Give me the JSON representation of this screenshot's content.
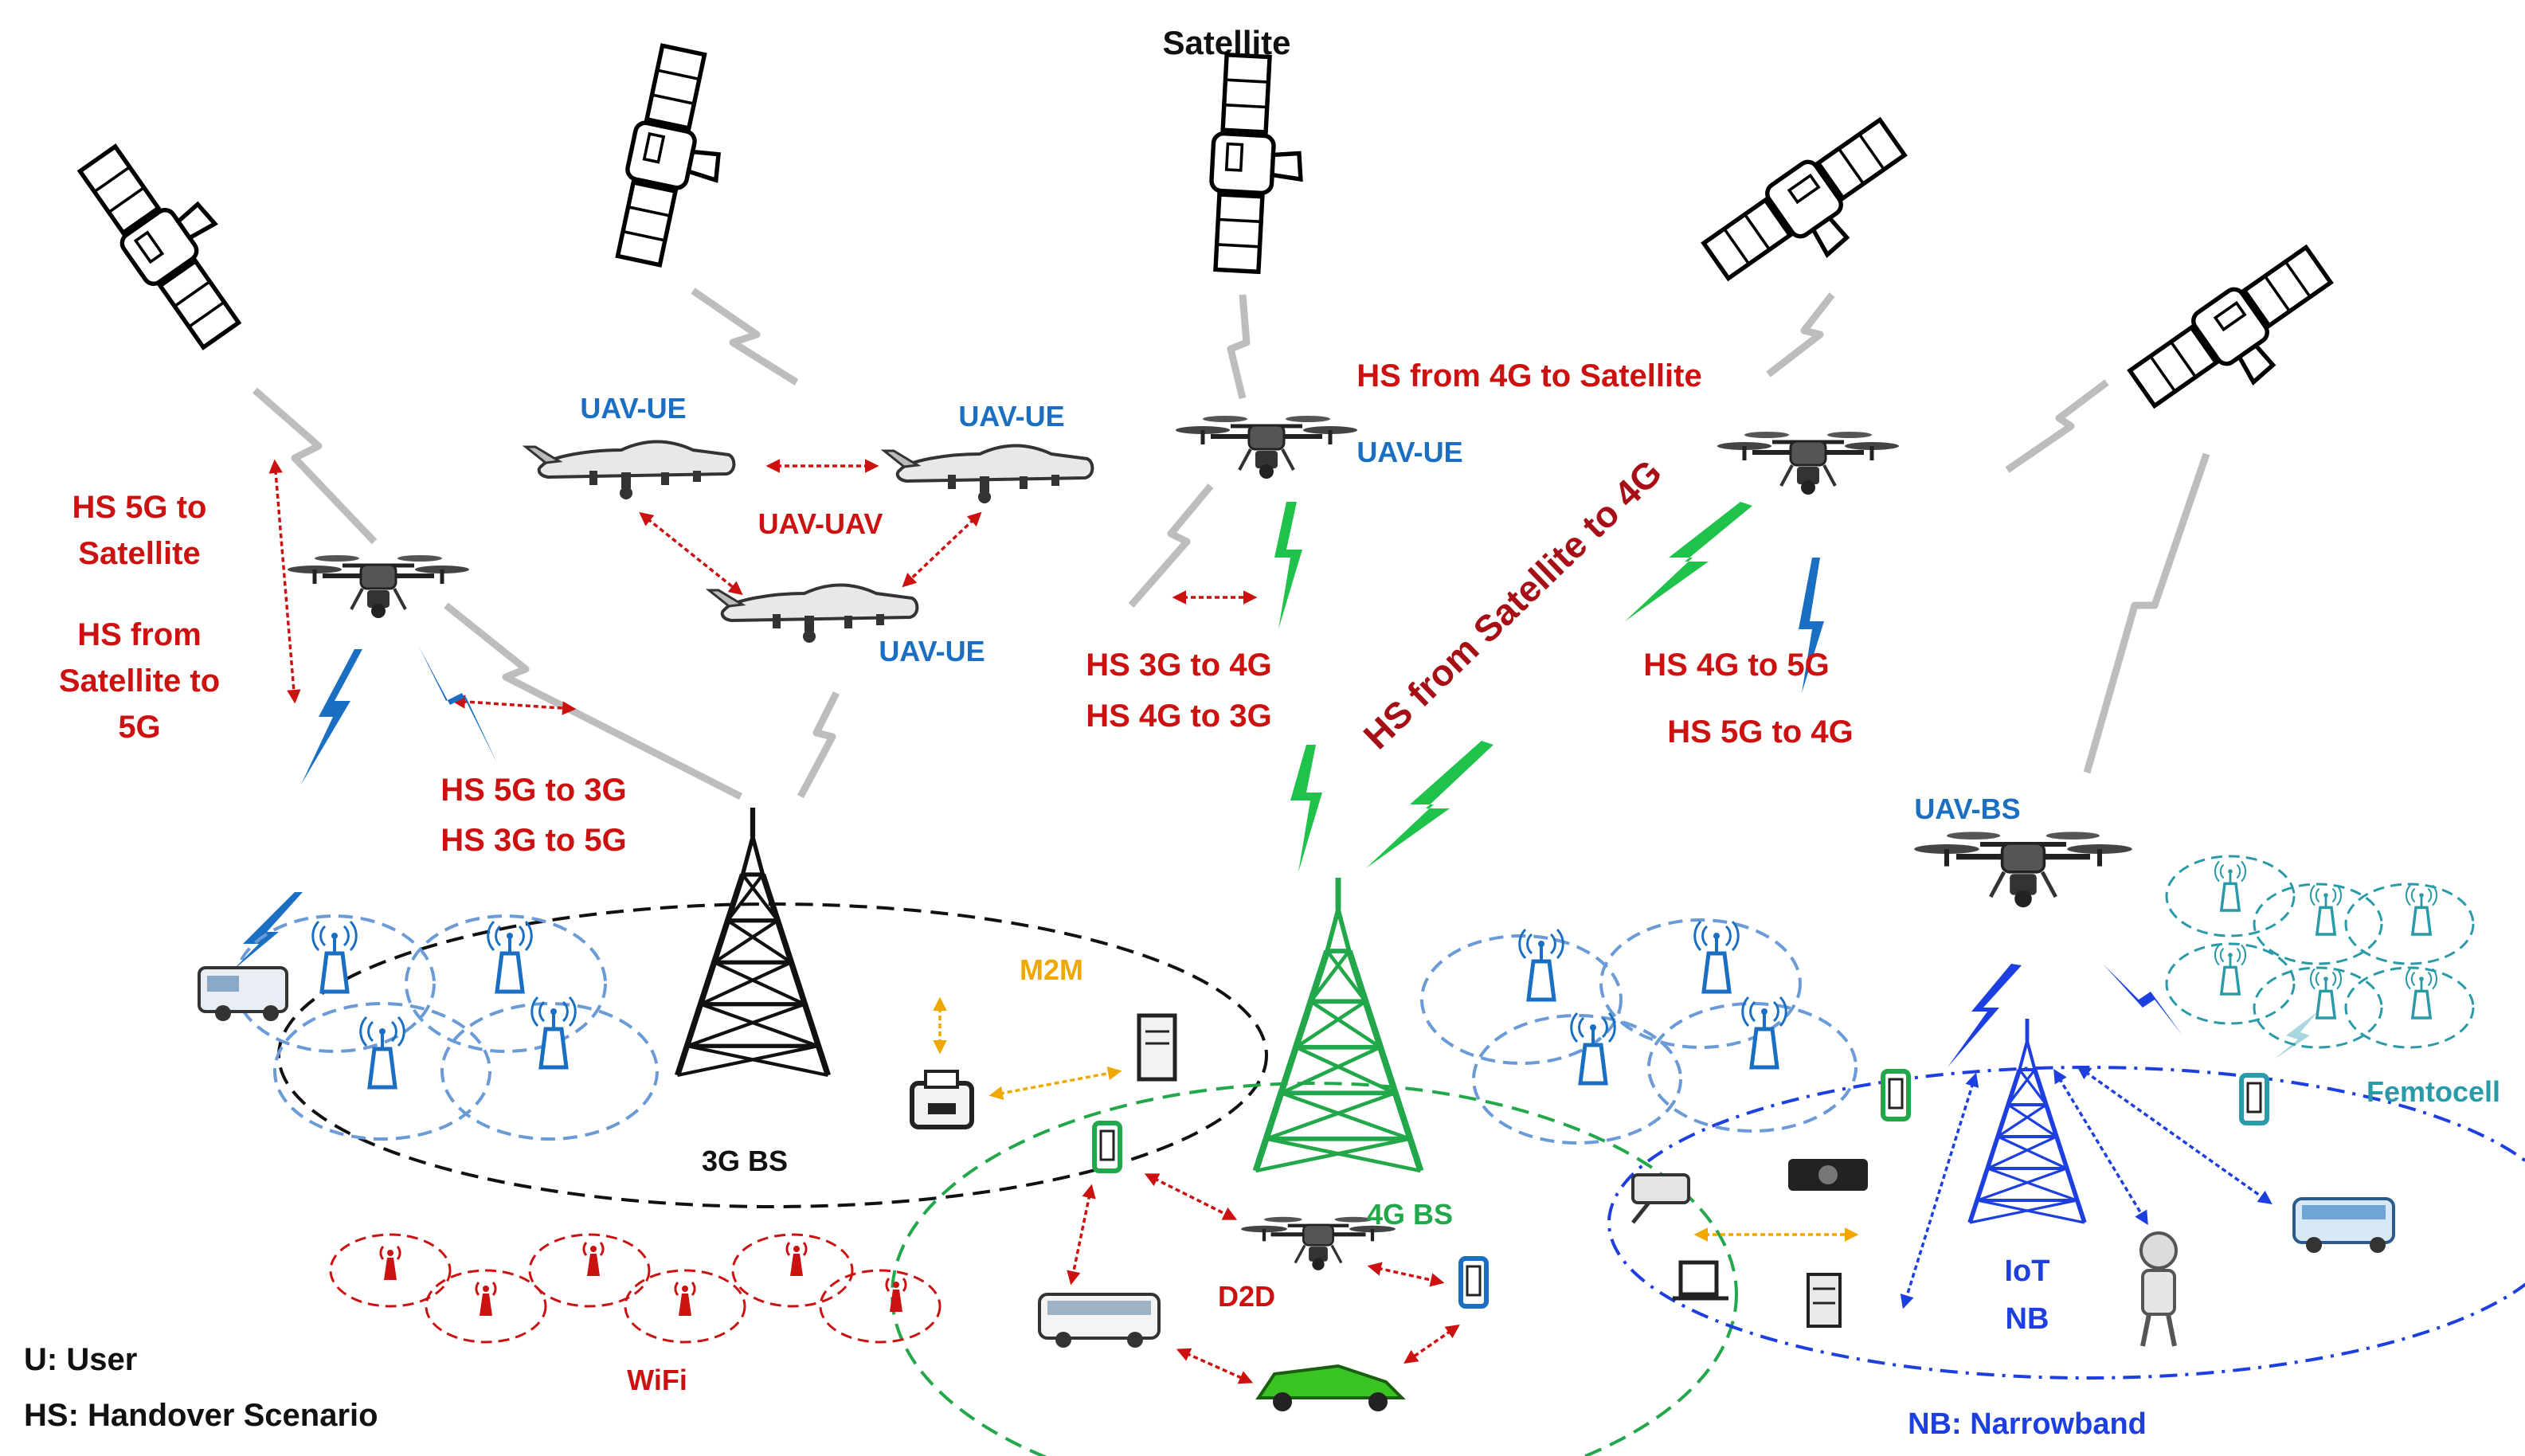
{
  "title": "Satellite",
  "labels": {
    "uav_ue_1": "UAV-UE",
    "uav_ue_2": "UAV-UE",
    "uav_ue_3": "UAV-UE",
    "uav_ue_4": "UAV-UE",
    "uav_uav": "UAV-UAV",
    "hs_5g_sat": "HS 5G to",
    "hs_5g_sat_2": "Satellite",
    "hs_sat_5g_1": "HS from",
    "hs_sat_5g_2": "Satellite to",
    "hs_sat_5g_3": "5G",
    "hs_5g_3g": "HS 5G to 3G",
    "hs_3g_5g": "HS 3G to 5G",
    "hs_3g_4g": "HS 3G to 4G",
    "hs_4g_3g": "HS 4G to 3G",
    "hs_4g_sat": "HS from 4G to Satellite",
    "hs_sat_4g": "HS from Satellite to 4G",
    "hs_4g_5g": "HS 4G to 5G",
    "hs_5g_4g": "HS 5G to 4G",
    "uav_bs": "UAV-BS",
    "m2m": "M2M",
    "bs_3g": "3G BS",
    "bs_4g": "4G BS",
    "d2d": "D2D",
    "wifi": "WiFi",
    "femtocell": "Femtocell",
    "iot": "IoT",
    "nb": "NB"
  },
  "legend": {
    "user": "U: User",
    "hs": "HS: Handover Scenario",
    "nb": "NB: Narrowband"
  },
  "colors": {
    "handover_red": "#cc1111",
    "uav_blue": "#1a6fc2",
    "lte_green": "#22a84a",
    "m2m_orange": "#f0a800",
    "femto_teal": "#2a9aa8",
    "nb_blue": "#1d3fe0",
    "cell_blue": "#6b9bd6",
    "wifi_red": "#cc1111"
  },
  "icons": [
    "satellite-icon",
    "drone-icon",
    "uav-aircraft-icon",
    "tower-icon",
    "access-point-icon",
    "phone-icon",
    "bus-icon",
    "car-icon",
    "robot-icon",
    "camera-icon",
    "printer-icon",
    "server-icon",
    "lightning-link-icon"
  ]
}
